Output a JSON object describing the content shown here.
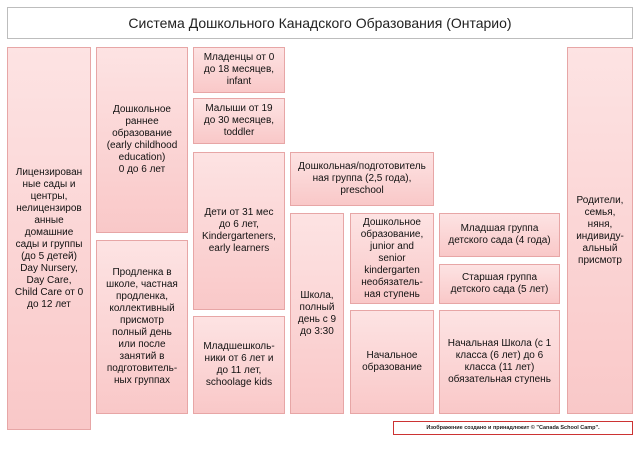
{
  "title": "Система Дошкольного Канадского Образования (Онтарио)",
  "boxes": {
    "licensed": "Лицензирован\nные сады и\nцентры,\nнелицензиров\nанные\nдомашние\nсады и группы\n(до 5 детей)\nDay Nursery,\nDay Care,\nChild Care от 0\nдо 12 лет",
    "early_ed": "Дошкольное\nраннее\nобразование\n(early childhood\neducation)\n0 до 6 лет",
    "extended": "Продленка в\nшколе, частная\nпродленка,\nколлективный\nприсмотр\nполный день\nили после\nзанятий в\nподготовитель-\nных группах",
    "infant": "Младенцы от 0\nдо 18 месяцев,\ninfant",
    "toddler": "Малыши от 19\nдо 30 месяцев,\ntoddler",
    "kindergarteners": "Дети от 31 мес\nдо 6 лет,\nKindergarteners,\nearly learners",
    "schoolage": "Младшешколь-\nники от 6 лет и\nдо 11 лет,\nschoolage kids",
    "preschool": "Дошкольная/подготовитель\nная группа (2,5 года),\npreschool",
    "school": "Школа,\nполный\nдень с 9\nдо 3:30",
    "kg_optional": "Дошкольное\nобразование,\njunior and\nsenior\nkindergarten\nнеобязатель-\nная ступень",
    "primary_ed": "Начальное\nобразование",
    "junior_kg": "Младшая группа\nдетского сада (4 года)",
    "senior_kg": "Старшая группа\nдетского сада (5 лет)",
    "elementary": "Начальная Школа (с 1\nкласса (6 лет) до 6\nкласса (11 лет)\nобязательная ступень",
    "parents": "Родители,\nсемья,\nняня,\nиндивиду-\nальный\nприсмотр"
  },
  "credit": "Изображение создано и принадлежит © \"Canada School Camp\"."
}
